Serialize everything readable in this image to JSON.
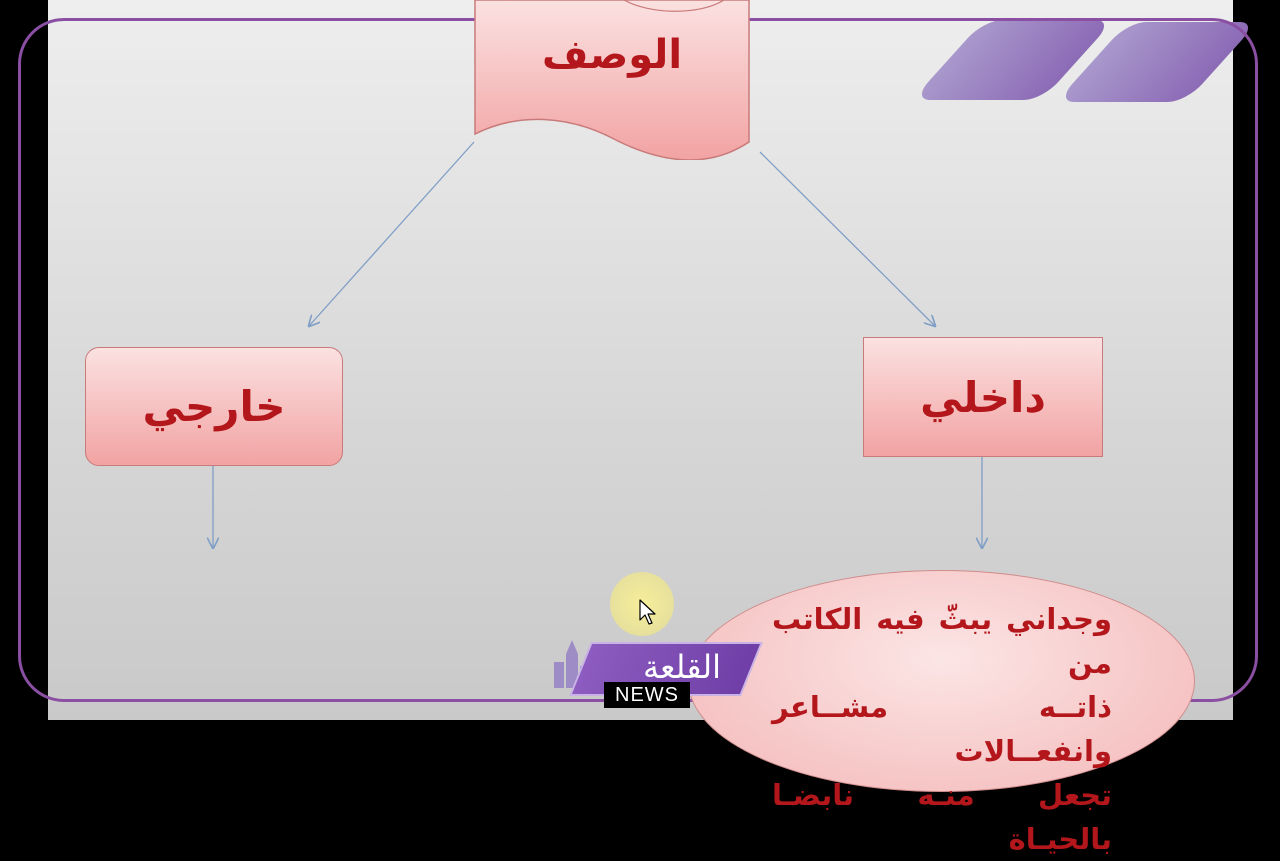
{
  "diagram": {
    "root": {
      "label": "الوصف"
    },
    "left": {
      "label": "خارجي"
    },
    "right": {
      "label": "داخلي"
    },
    "right_child": {
      "lines": [
        "وجداني يبثّ فيه الكاتب من",
        "ذاتــه مشــاعر وانفعــالات",
        "تجعل منـه نابضـا بالحيـاة"
      ]
    }
  },
  "logo": {
    "arabic": "القلعة",
    "english": "NEWS"
  },
  "colors": {
    "accent": "#8a4fa3",
    "node_text": "#b3161b",
    "arrow": "#7f9ec6"
  },
  "icons": {
    "cursor": "mouse-cursor-icon",
    "logo_castle": "castle-icon"
  }
}
